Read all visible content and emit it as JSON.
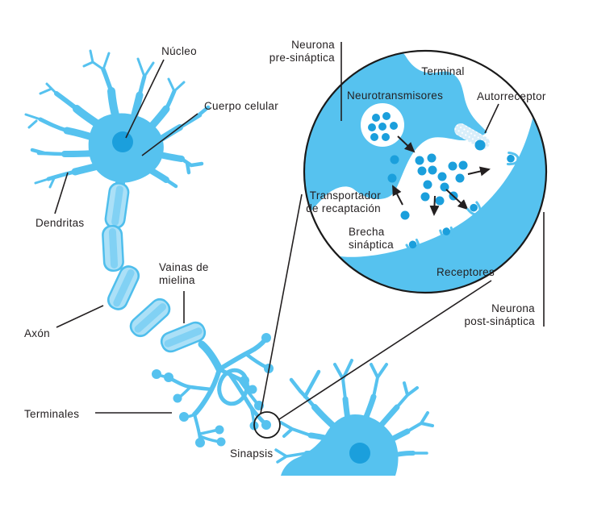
{
  "figure": "Diagrama de una neurona y de la sinapsis",
  "colors": {
    "neuron_body": "#56C2EF",
    "dark_blue": "#1B9FDC",
    "myelin_fill": "#ABE0F7",
    "myelin_stripe": "#7CCFF3",
    "channel_pale": "#D8EEFA",
    "line_black": "#231F20",
    "background": "#FFFFFF"
  },
  "main_labels": {
    "nucleo": "Núcleo",
    "cuerpo_celular": "Cuerpo celular",
    "dendritas": "Dendritas",
    "axon": "Axón",
    "vainas_line1": "Vainas de",
    "vainas_line2": "mielina",
    "terminales": "Terminales",
    "sinapsis": "Sinapsis"
  },
  "inset_labels": {
    "neurona_pre_line1": "Neurona",
    "neurona_pre_line2": "pre-sináptica",
    "terminal": "Terminal",
    "neurotransmisores": "Neurotransmisores",
    "autorreceptor": "Autorreceptor",
    "transportador_line1": "Transportador",
    "transportador_line2": "de recaptación",
    "brecha_line1": "Brecha",
    "brecha_line2": "sináptica",
    "receptores": "Receptores",
    "neurona_post_line1": "Neurona",
    "neurona_post_line2": "post-sináptica"
  }
}
